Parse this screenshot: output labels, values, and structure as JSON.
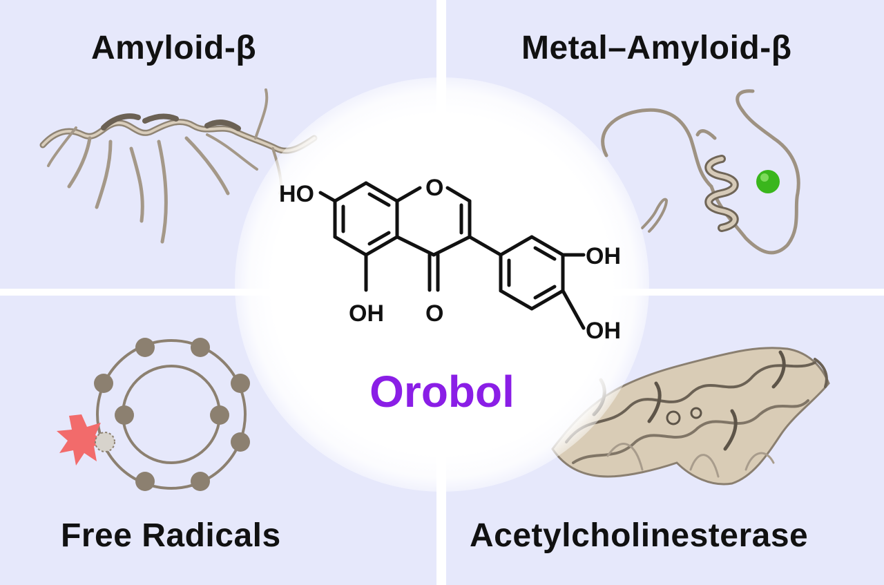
{
  "panels": {
    "top_left": {
      "label": "Amyloid-β"
    },
    "top_right": {
      "label": "Metal–Amyloid-β"
    },
    "bottom_left": {
      "label": "Free Radicals"
    },
    "bottom_right": {
      "label": "Acetylcholinesterase"
    }
  },
  "center": {
    "title": "Orobol",
    "atoms": {
      "ho_left": "HO",
      "ring_oxygen": "O",
      "oh_bottom": "OH",
      "carbonyl_oxygen": "O",
      "oh_right_top": "OH",
      "oh_right_bottom": "OH"
    }
  },
  "colors": {
    "panel_background": "#e6e8fb",
    "title": "#8a1ee6",
    "protein": "#a89c8c",
    "metal_ion": "#3ab61c",
    "radical_burst": "#f26b6b",
    "electron": "#8c8070"
  }
}
